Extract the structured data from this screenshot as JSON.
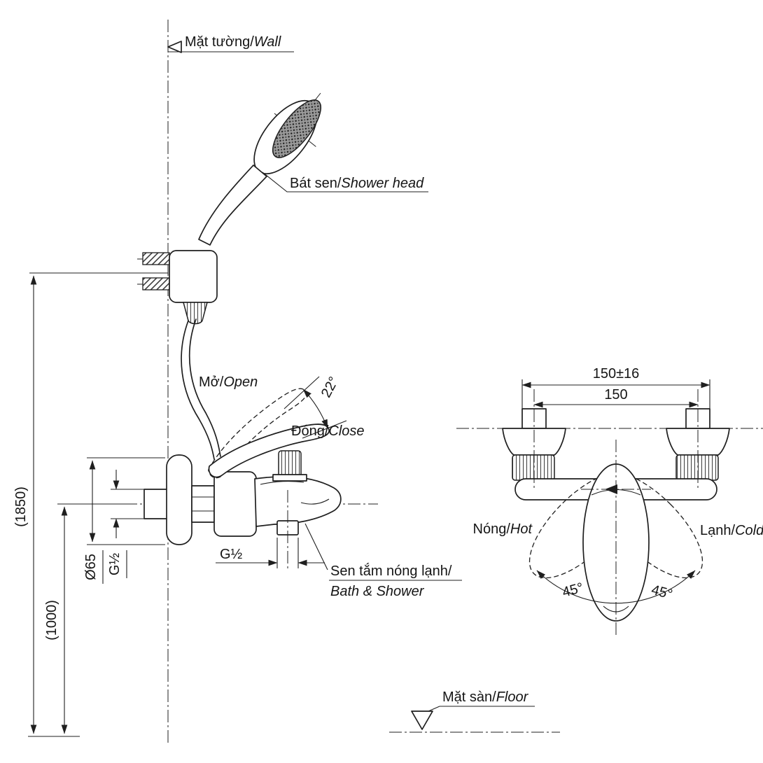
{
  "drawing": {
    "background": "#ffffff",
    "line_color": "#1f1f1f"
  },
  "labels": {
    "wall": {
      "viet": "Mặt tường/",
      "eng": "Wall"
    },
    "shower_head": {
      "viet": "Bát sen/",
      "eng": "Shower head"
    },
    "open": {
      "viet": "Mở/",
      "eng": "Open"
    },
    "close": {
      "viet": "Đóng/",
      "eng": "Close"
    },
    "bath_shower": {
      "viet": "Sen tắm nóng lạnh/",
      "eng": "Bath & Shower"
    },
    "floor": {
      "viet": "Mặt sàn/",
      "eng": "Floor"
    },
    "hot": {
      "viet": "Nóng/",
      "eng": "Hot"
    },
    "cold": {
      "viet": "Lạnh/",
      "eng": "Cold"
    }
  },
  "dimensions": {
    "height_total": "(1850)",
    "height_outlet": "(1000)",
    "flange_dia": "Ø65",
    "inlet_thread": "G½",
    "outlet_thread": "G½",
    "span_tolerance": "150±16",
    "span": "150",
    "open_angle": "22°",
    "swing_left": "45°",
    "swing_right": "45°"
  }
}
